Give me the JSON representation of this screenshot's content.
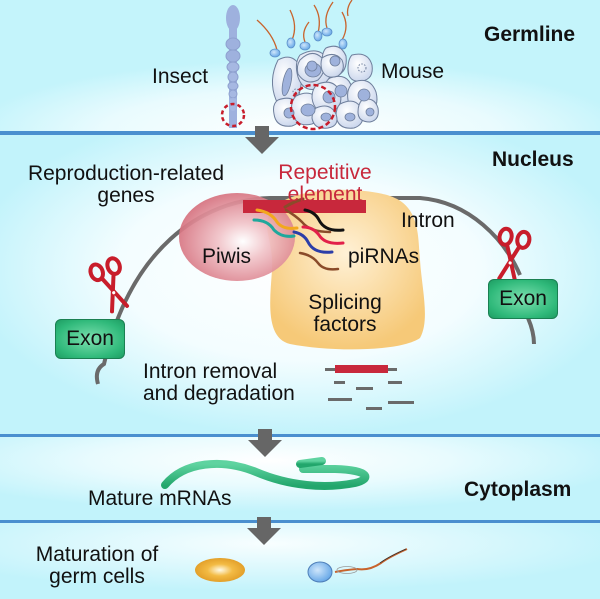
{
  "sections": {
    "germline": "Germline",
    "nucleus": "Nucleus",
    "cytoplasm": "Cytoplasm"
  },
  "germline": {
    "insect_label": "Insect",
    "mouse_label": "Mouse"
  },
  "nucleus": {
    "genes_label_line1": "Reproduction-related",
    "genes_label_line2": "genes",
    "repetitive_line1": "Repetitive",
    "repetitive_line2": "element",
    "intron_label": "Intron",
    "piwis_label": "Piwis",
    "pirnas_label": "piRNAs",
    "splicing_line1": "Splicing",
    "splicing_line2": "factors",
    "exon_left": "Exon",
    "exon_right": "Exon",
    "removal_line1": "Intron removal",
    "removal_line2": "and degradation"
  },
  "cytoplasm": {
    "mrna_label": "Mature mRNAs",
    "maturation_line1": "Maturation of",
    "maturation_line2": "germ cells"
  },
  "colors": {
    "band_blue": "#c4f4fb",
    "divider": "#4a8fcf",
    "arrow": "#666666",
    "repetitive": "#c8283c",
    "exon_green": "#2fb97a",
    "mrna_green": "#2fb57d",
    "piwis_pink": "#d9727f",
    "splicing_orange": "#f7d08a",
    "scissors": "#c81d2b",
    "pirna_strands": [
      "#f2a81d",
      "#1fa89c",
      "#8a4b2a",
      "#111111",
      "#e2204a",
      "#2c3ea8",
      "#8a4b2a"
    ]
  }
}
